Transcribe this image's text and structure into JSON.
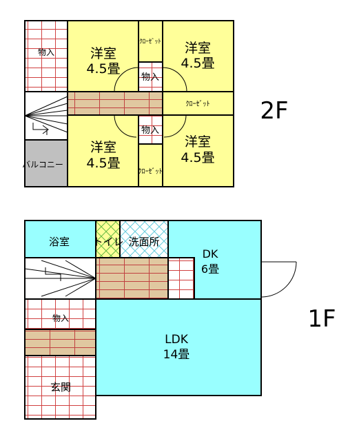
{
  "floors": {
    "second": {
      "label": "2F",
      "rooms": {
        "nw_name": "洋室",
        "nw_size": "4.5畳",
        "ne_name": "洋室",
        "ne_size": "4.5畳",
        "sw_name": "洋室",
        "sw_size": "4.5畳",
        "se_name": "洋室",
        "se_size": "4.5畳"
      },
      "storage_top_left": "物入",
      "storage_mid_upper": "物入",
      "storage_mid_lower": "物入",
      "closet_top": "ｸﾛｰｾﾞｯﾄ",
      "closet_right": "ｸﾛｰｾﾞｯﾄ",
      "closet_bottom": "ｸﾛｰｾﾞｯﾄ",
      "balcony": "バルコニー"
    },
    "first": {
      "label": "1F",
      "bath": "浴室",
      "toilet": "トイレ",
      "washroom": "洗面所",
      "dk_name": "DK",
      "dk_size": "6畳",
      "ldk_name": "LDK",
      "ldk_size": "14畳",
      "storage": "物入",
      "entrance": "玄関"
    }
  },
  "colors": {
    "wall": "#000000",
    "yellow_room": "#ffff99",
    "cyan_room": "#99ffff",
    "wood_floor": "#e0c8a0",
    "tatami_line": "#d04040",
    "balcony_gray": "#c0c0c0"
  }
}
